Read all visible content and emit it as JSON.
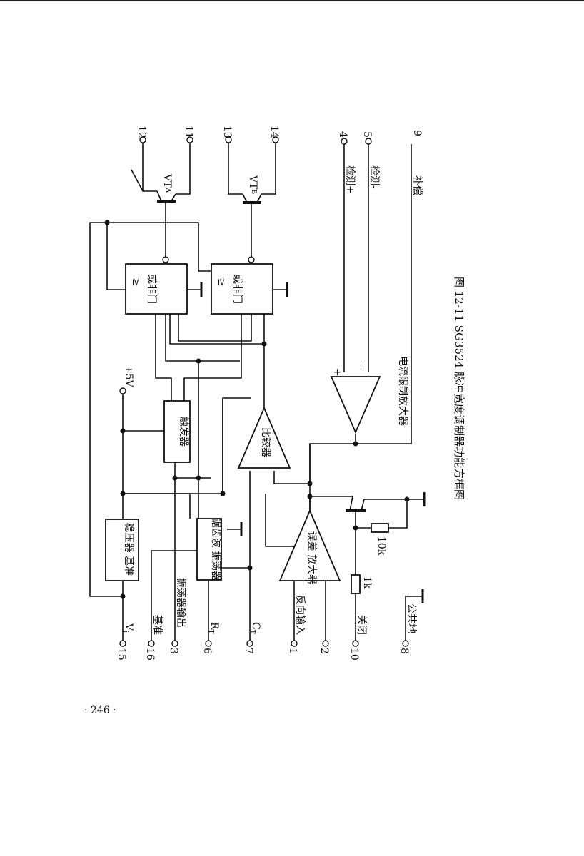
{
  "figure": {
    "caption": "图 12-11  SG3524 脉冲宽度调制器功能方框图",
    "page_number": "· 246 ·"
  },
  "blocks": {
    "regulator": "稳压器 基准",
    "oscillator": "锯齿波 振荡器",
    "flipflop": "触发器",
    "comparator": "比较器",
    "error_amp": "误差 放大器",
    "nor_a": "或非门",
    "nor_b": "或非门",
    "current_limit": "电流限制放大器",
    "ge_symbol_a": "≥",
    "ge_symbol_b": "≥"
  },
  "transistors": {
    "vta": "VT",
    "vta_sub": "A",
    "vtb": "VT",
    "vtb_sub": "B"
  },
  "resistors": {
    "r10k": "10k",
    "r1k": "1k"
  },
  "pins": {
    "p15": "15",
    "p16": "16",
    "p3": "3",
    "p6": "6",
    "p7": "7",
    "p1": "1",
    "p2": "2",
    "p10": "10",
    "p8": "8",
    "p12": "12",
    "p11": "11",
    "p13": "13",
    "p14": "14",
    "p4": "4",
    "p5": "5",
    "p9": "9"
  },
  "pin_labels": {
    "p15": "V",
    "p15_sub": "i",
    "p16": "基准",
    "p3": "振荡器输出",
    "p6": "R",
    "p6_sub": "T",
    "p7": "C",
    "p7_sub": "T",
    "p1": "反向输入",
    "p10": "关闭",
    "p8": "公共地",
    "p4": "检测+",
    "p5": "检测-",
    "p9": "补偿",
    "plus5v": "+5V"
  },
  "amp_signs": {
    "plus": "+",
    "minus": "-"
  }
}
